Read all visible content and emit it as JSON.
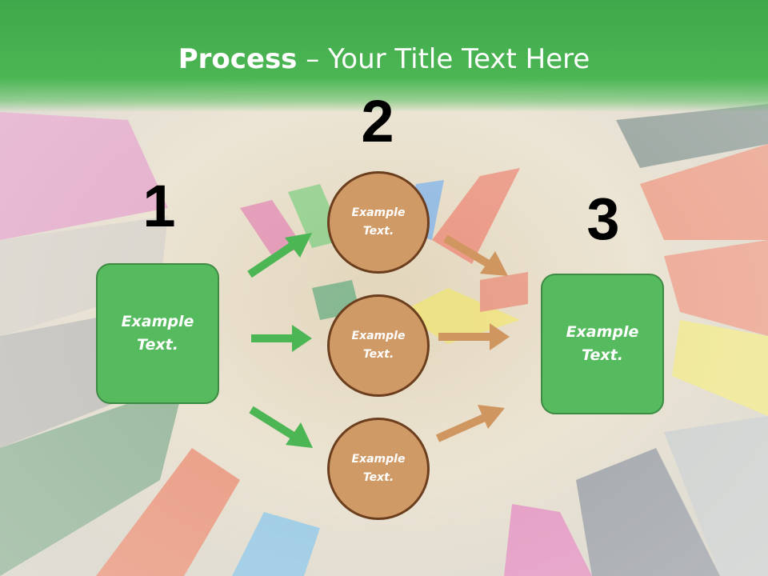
{
  "slide": {
    "title_bold": "Process",
    "title_rest": " – Your Title Text Here"
  },
  "steps": {
    "one": "1",
    "two": "2",
    "three": "3"
  },
  "left_box": {
    "text": "Example Text."
  },
  "right_box": {
    "text": "Example Text."
  },
  "circles": [
    {
      "text": "Example Text."
    },
    {
      "text": "Example Text."
    },
    {
      "text": "Example Text."
    }
  ],
  "colors": {
    "header_green": "#4cb654",
    "box_green": "#56bb5e",
    "circle_brown": "#d09a66",
    "circle_border": "#6b3e1e",
    "arrow_green": "#4cb654",
    "arrow_brown": "#cf9660"
  },
  "icons": {
    "arrow": "right-arrow-icon"
  }
}
